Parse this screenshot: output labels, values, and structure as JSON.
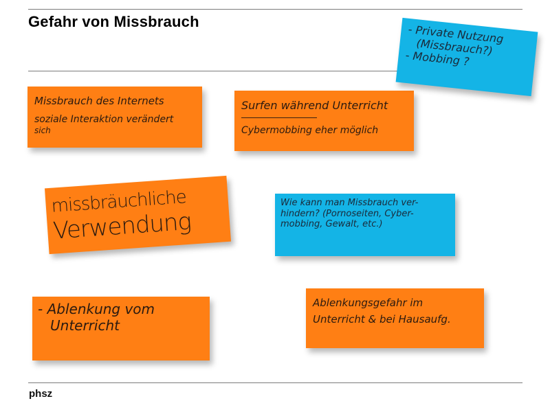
{
  "slide": {
    "title": "Gefahr von Missbrauch",
    "footer": "phsz"
  },
  "colors": {
    "orange_note": "#ff7f14",
    "blue_note": "#14b4e6",
    "rule": "#7a7a7a"
  },
  "notes": [
    {
      "id": "note-1",
      "color": "orange",
      "lines": [
        "Missbrauch des Internets",
        "soziale Interaktion verändert",
        "sich"
      ]
    },
    {
      "id": "note-2",
      "color": "orange",
      "lines": [
        "Surfen während Unterricht",
        "Cybermobbing eher möglich"
      ]
    },
    {
      "id": "note-3",
      "color": "blue",
      "lines": [
        "- Private Nutzung",
        "(Missbrauch?)",
        "- Mobbing ?"
      ]
    },
    {
      "id": "note-4",
      "color": "orange",
      "lines": [
        "missbräuchliche",
        "Verwendung"
      ]
    },
    {
      "id": "note-5",
      "color": "blue",
      "lines": [
        "Wie kann man Missbrauch ver-",
        "hindern? (Pornoseiten, Cyber-",
        "mobbing, Gewalt, etc.)"
      ]
    },
    {
      "id": "note-6",
      "color": "orange",
      "lines": [
        "- Ablenkung vom",
        "Unterricht"
      ]
    },
    {
      "id": "note-7",
      "color": "orange",
      "lines": [
        "Ablenkungsgefahr im",
        "Unterricht & bei Hausaufg."
      ]
    }
  ]
}
